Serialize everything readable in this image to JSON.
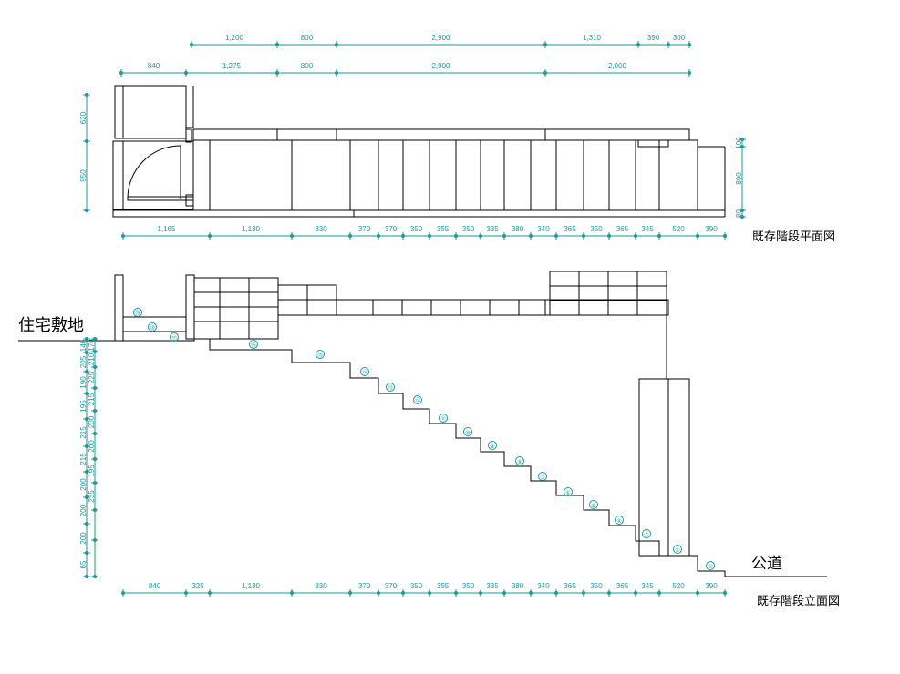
{
  "labels": {
    "plan_title": "既存階段平面図",
    "elevation_title": "既存階段立面図",
    "site_label": "住宅敷地",
    "road_label": "公道"
  },
  "colors": {
    "dimension": "#1a9a9a",
    "line": "#000000",
    "marker_fill": "#2ab8b8"
  },
  "plan": {
    "top_dims_row1": [
      "1,200",
      "800",
      "2,900",
      "1,310",
      "390",
      "300"
    ],
    "top_dims_row2": [
      "840",
      "1,275",
      "800",
      "2,900",
      "2,000"
    ],
    "left_dims": [
      "620",
      "950"
    ],
    "right_dims": [
      "100",
      "890",
      "80"
    ],
    "bottom_dims": [
      "1,165",
      "1,130",
      "830",
      "370",
      "370",
      "350",
      "355",
      "350",
      "335",
      "380",
      "340",
      "365",
      "350",
      "365",
      "345",
      "520",
      "390"
    ]
  },
  "elevation": {
    "bottom_dims": [
      "840",
      "325",
      "1,130",
      "830",
      "370",
      "370",
      "350",
      "355",
      "350",
      "335",
      "380",
      "340",
      "365",
      "350",
      "365",
      "345",
      "520",
      "390"
    ],
    "left_dims_outer": [
      "140",
      "205",
      "190",
      "195",
      "215",
      "215",
      "200",
      "200",
      "200",
      "65"
    ],
    "left_dims_inner": [
      "170",
      "210",
      "225",
      "215",
      "200",
      "200",
      "195",
      "235"
    ],
    "step_numbers": [
      "①",
      "②",
      "③",
      "④",
      "⑤",
      "⑥",
      "⑦",
      "⑧",
      "⑨",
      "⑩",
      "⑪",
      "⑫",
      "⑬",
      "⑭",
      "⑮",
      "⑯",
      "⑰",
      "⑱",
      "⑲"
    ]
  }
}
